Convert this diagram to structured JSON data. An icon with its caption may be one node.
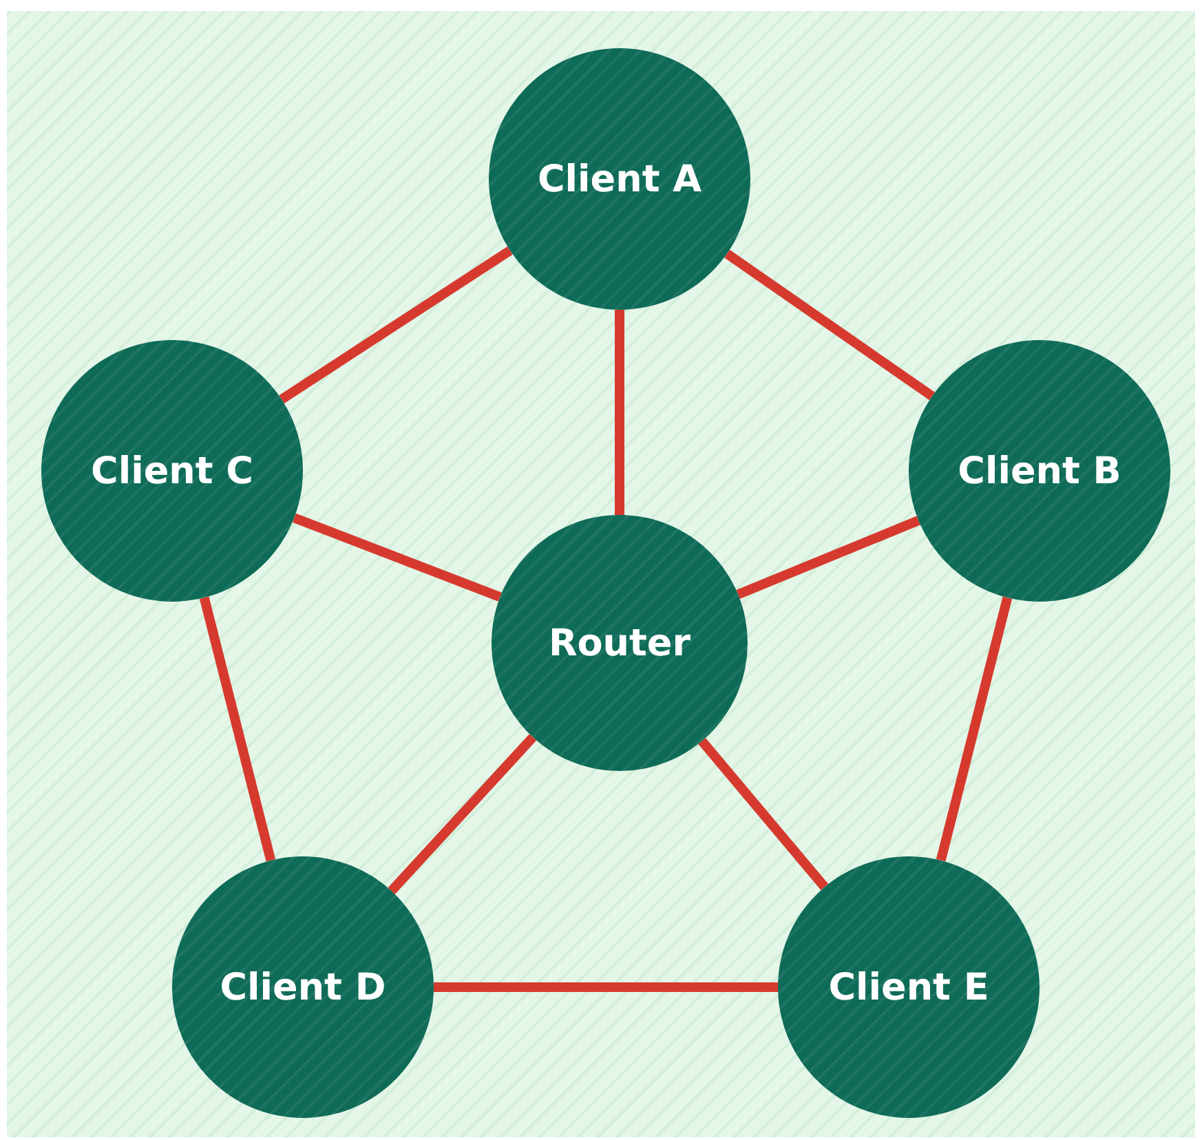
{
  "diagram": {
    "nodes": [
      {
        "text": [
          "Client A"
        ]
      },
      {
        "text": [
          "Client C"
        ]
      },
      {
        "text": [
          "Client B"
        ]
      },
      {
        "text": [
          "Router"
        ]
      },
      {
        "text": [
          "Client D"
        ]
      },
      {
        "text": [
          "Client E"
        ]
      }
    ],
    "edges": [
      {
        "from": 0,
        "to": 1,
        "arrow": "none"
      },
      {
        "from": 0,
        "to": 2,
        "arrow": "none"
      },
      {
        "from": 0,
        "to": 3,
        "arrow": "none"
      },
      {
        "from": 1,
        "to": 3,
        "arrow": "none"
      },
      {
        "from": 2,
        "to": 3,
        "arrow": "none"
      },
      {
        "from": 1,
        "to": 4,
        "arrow": "none"
      },
      {
        "from": 2,
        "to": 5,
        "arrow": "none"
      },
      {
        "from": 4,
        "to": 3,
        "arrow": "none"
      },
      {
        "from": 5,
        "to": 3,
        "arrow": "none"
      },
      {
        "from": 4,
        "to": 5,
        "arrow": "none"
      }
    ]
  }
}
